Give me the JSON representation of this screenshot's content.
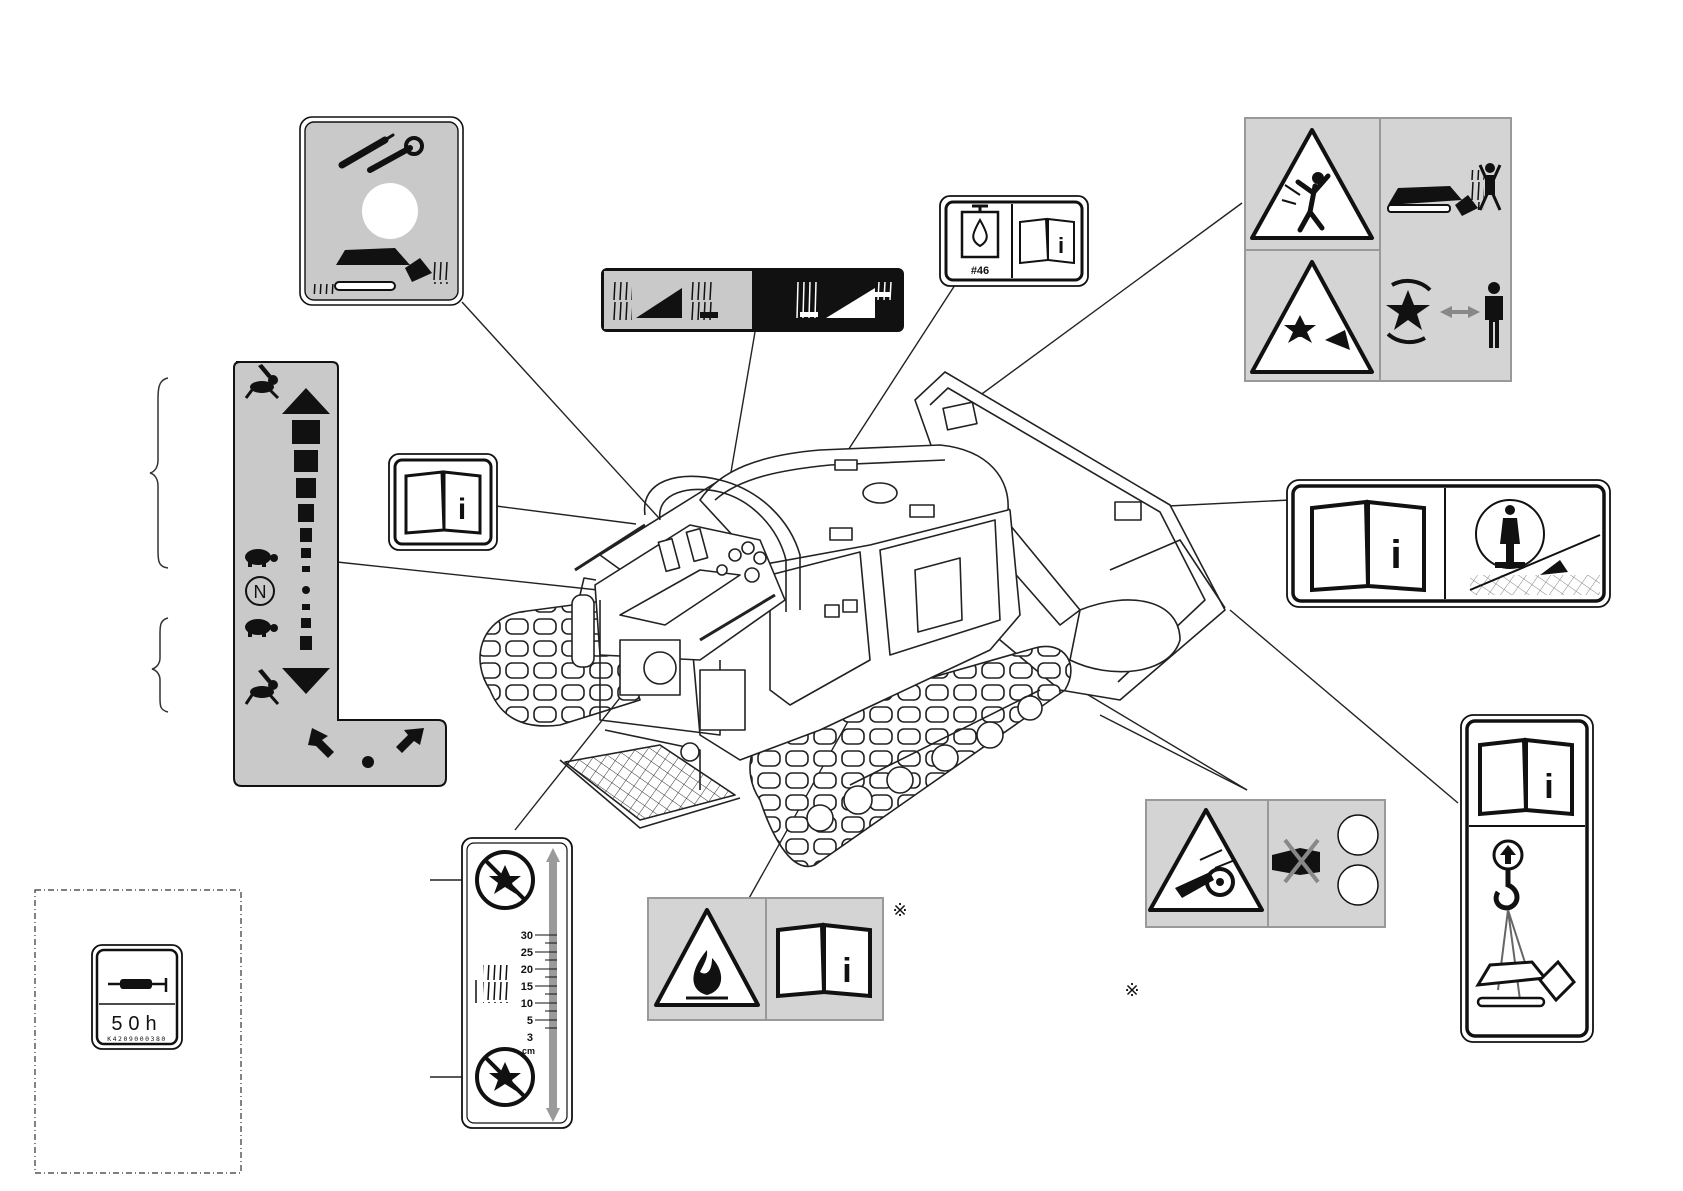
{
  "colors": {
    "decal_grey": "#c9c9c9",
    "decal_dark": "#111111",
    "line": "#222222",
    "machine_fill": "#ffffff",
    "arrow_grey": "#9a9a9a"
  },
  "decals": {
    "hydraulic_oil": {
      "grade": "#46",
      "icons": [
        "oil-can-icon",
        "manual-info-icon"
      ]
    },
    "speed_lever": {
      "neutral": "N",
      "icons": [
        "hare-icon",
        "tortoise-icon",
        "arrow-up-icon",
        "arrow-down-icon"
      ]
    },
    "cutting_height": {
      "scale": [
        "30",
        "25",
        "20",
        "15",
        "10",
        "5",
        "3"
      ],
      "unit": "cm"
    },
    "service_interval": {
      "hours": "50h",
      "part_no": "K4209000380"
    },
    "footnote_mark": "※"
  }
}
